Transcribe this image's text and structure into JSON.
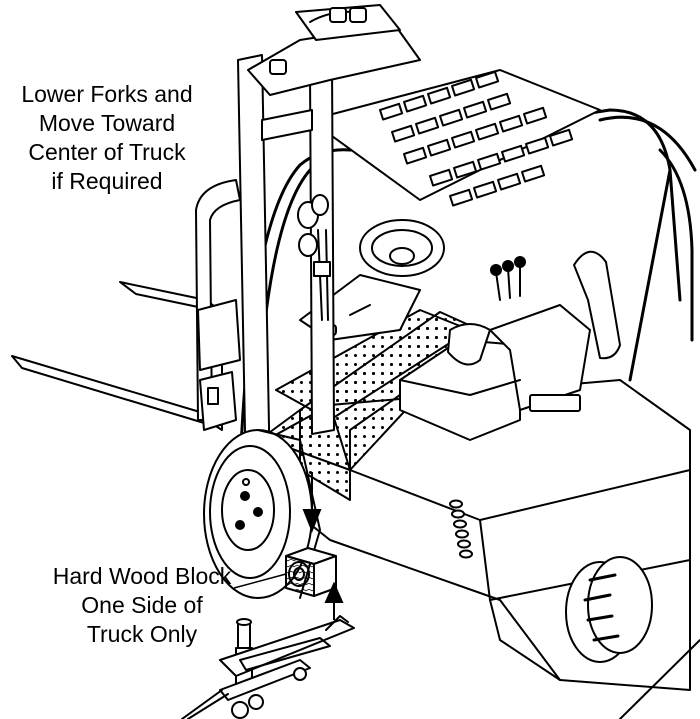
{
  "callouts": {
    "forks": {
      "lines": [
        "Lower Forks and",
        "Move Toward",
        "Center of Truck",
        "if Required"
      ]
    },
    "block": {
      "lines": [
        "Hard Wood Block",
        "One Side of",
        "Truck Only"
      ]
    }
  },
  "colors": {
    "line": "#000000",
    "background": "#ffffff"
  }
}
